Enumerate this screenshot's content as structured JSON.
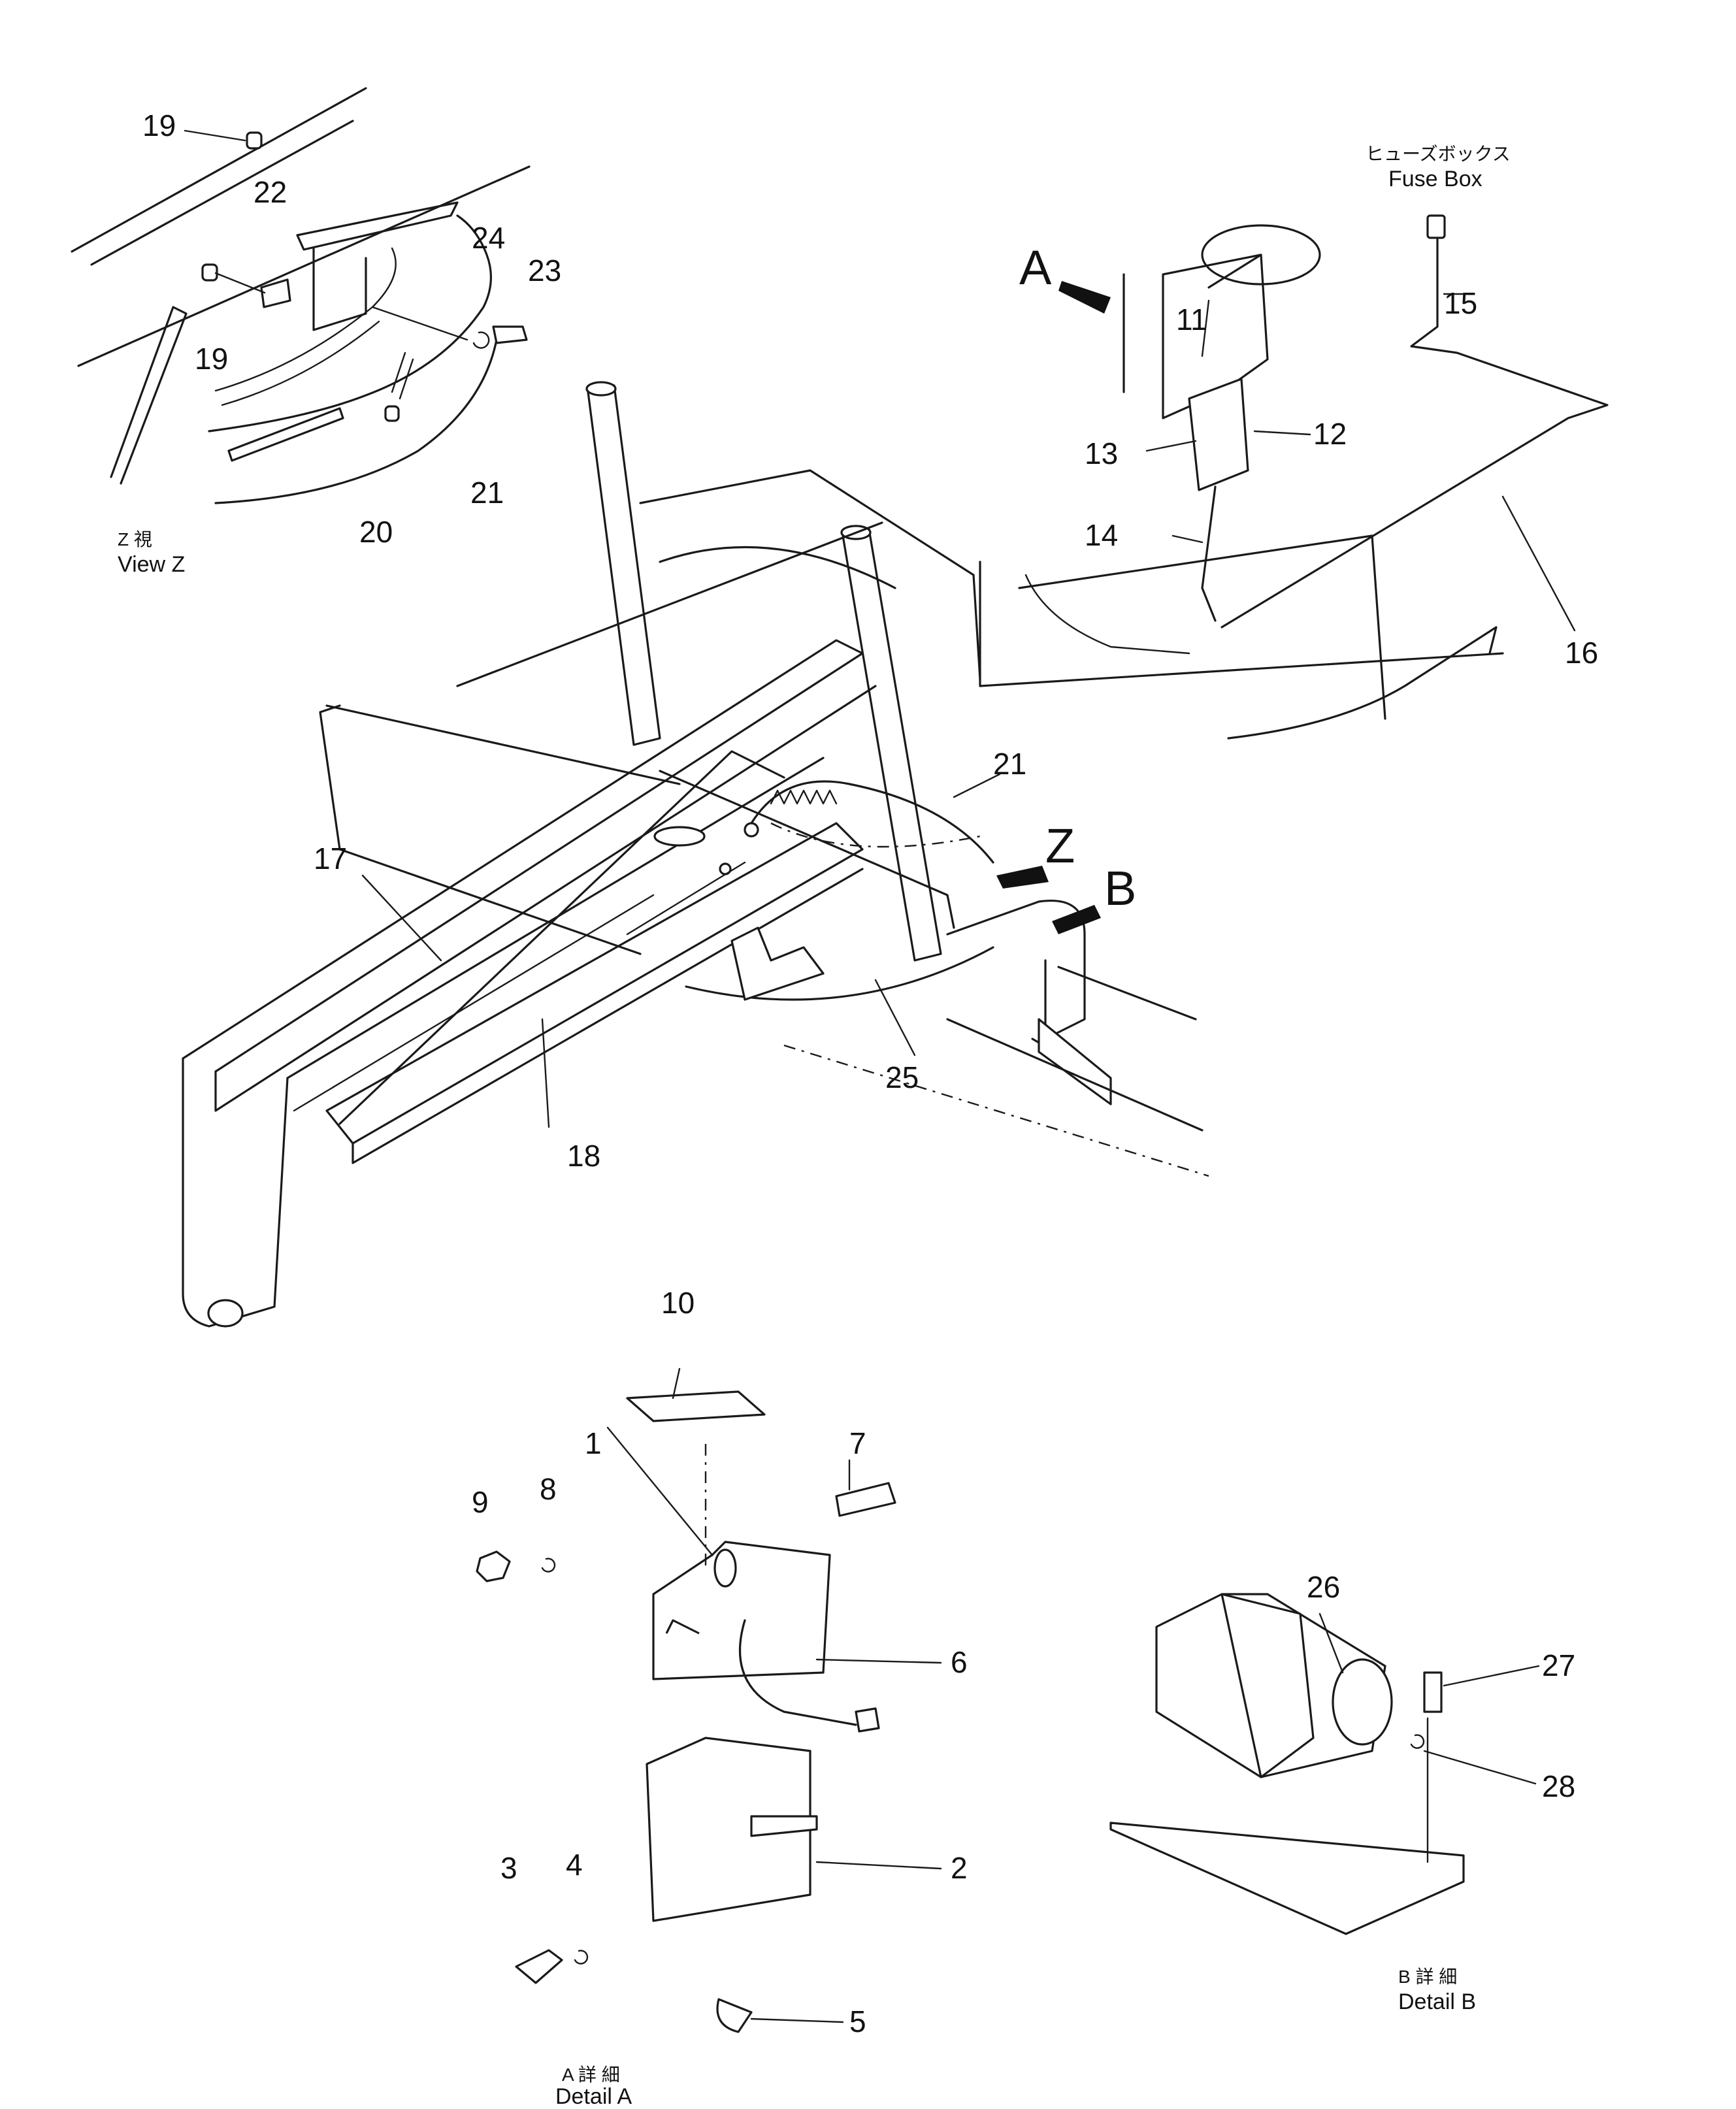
{
  "callouts": {
    "c1": "1",
    "c2": "2",
    "c3": "3",
    "c4": "4",
    "c5": "5",
    "c6": "6",
    "c7": "7",
    "c8": "8",
    "c9": "9",
    "c10": "10",
    "c11": "11",
    "c12": "12",
    "c13": "13",
    "c14": "14",
    "c15": "15",
    "c16": "16",
    "c17": "17",
    "c18": "18",
    "c19a": "19",
    "c19b": "19",
    "c20": "20",
    "c21a": "21",
    "c21b": "21",
    "c22": "22",
    "c23": "23",
    "c24": "24",
    "c25": "25",
    "c26": "26",
    "c27": "27",
    "c28": "28"
  },
  "arrows": {
    "a": "A",
    "z": "Z",
    "b": "B"
  },
  "captions": {
    "view_z_jp": "Z 視",
    "view_z": "View Z",
    "fuse_jp": "ヒューズボックス",
    "fuse": "Fuse Box",
    "detail_a_jp": "A 詳 細",
    "detail_a": "Detail A",
    "detail_b_jp": "B 詳 細",
    "detail_b": "Detail B"
  }
}
